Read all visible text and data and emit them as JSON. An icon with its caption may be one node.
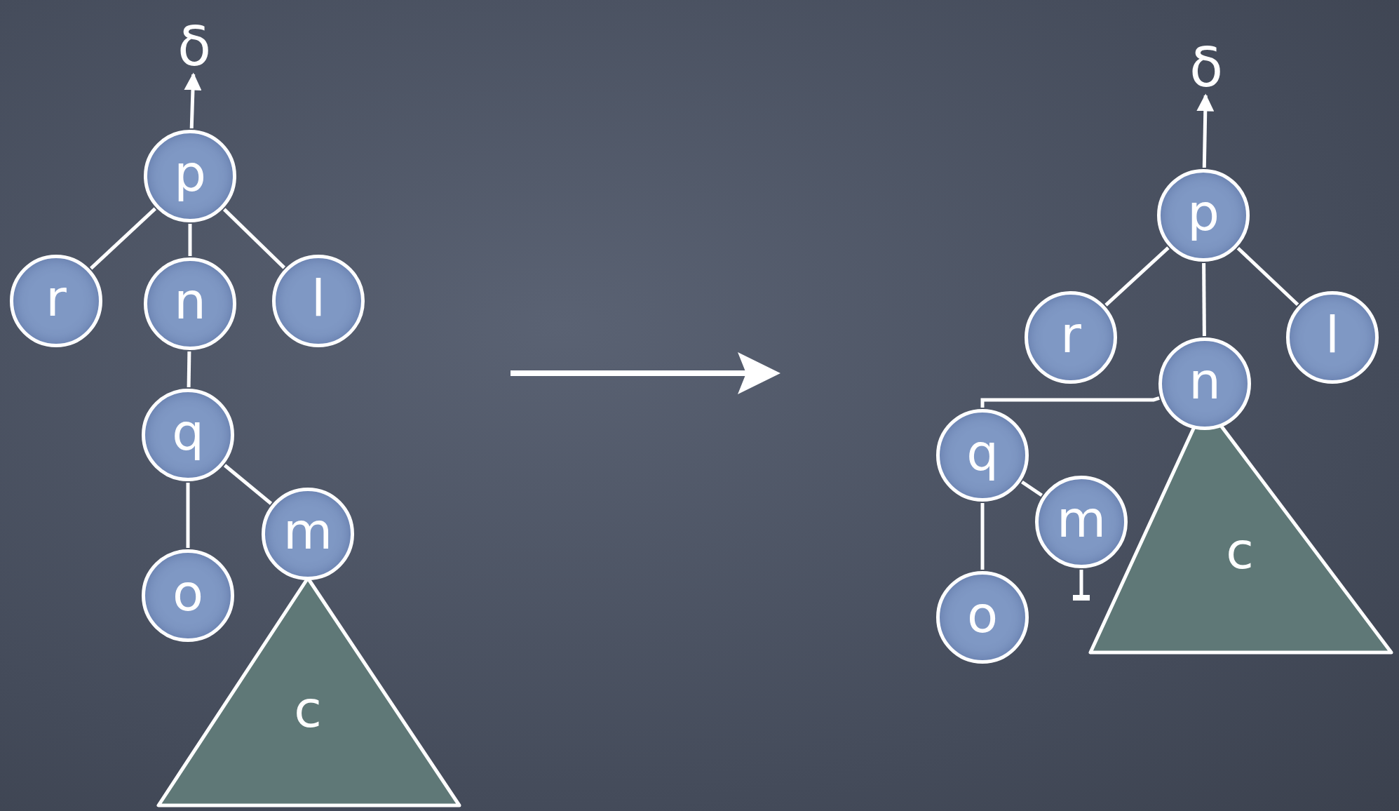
{
  "diagram": {
    "nodes": [
      {
        "text": [
          "δ"
        ]
      },
      {
        "text": [
          "p"
        ]
      },
      {
        "text": [
          "r"
        ]
      },
      {
        "text": [
          "n"
        ]
      },
      {
        "text": [
          "l"
        ]
      },
      {
        "text": [
          "q"
        ]
      },
      {
        "text": [
          "o"
        ]
      },
      {
        "text": [
          "m"
        ]
      },
      {
        "text": [
          "c"
        ]
      },
      {
        "text": [
          "δ"
        ]
      },
      {
        "text": [
          "p"
        ]
      },
      {
        "text": [
          "r"
        ]
      },
      {
        "text": [
          "n"
        ]
      },
      {
        "text": [
          "l"
        ]
      },
      {
        "text": [
          "q"
        ]
      },
      {
        "text": [
          "m"
        ]
      },
      {
        "text": [
          "o"
        ]
      },
      {
        "text": [
          "c"
        ]
      }
    ],
    "edges": [
      {
        "from": 1,
        "to": 0,
        "arrow": "to"
      },
      {
        "from": 1,
        "to": 2,
        "arrow": "none"
      },
      {
        "from": 1,
        "to": 3,
        "arrow": "none"
      },
      {
        "from": 1,
        "to": 4,
        "arrow": "none"
      },
      {
        "from": 3,
        "to": 5,
        "arrow": "none"
      },
      {
        "from": 5,
        "to": 6,
        "arrow": "none"
      },
      {
        "from": 5,
        "to": 7,
        "arrow": "none"
      },
      {
        "from": 10,
        "to": 9,
        "arrow": "to"
      },
      {
        "from": 10,
        "to": 11,
        "arrow": "none"
      },
      {
        "from": 10,
        "to": 12,
        "arrow": "none"
      },
      {
        "from": 10,
        "to": 13,
        "arrow": "none"
      },
      {
        "from": 12,
        "to": 14,
        "arrow": "none"
      },
      {
        "from": 14,
        "to": 15,
        "arrow": "none"
      },
      {
        "from": 14,
        "to": 16,
        "arrow": "none"
      },
      {
        "from": 15,
        "to": null,
        "arrow": "other"
      }
    ]
  }
}
